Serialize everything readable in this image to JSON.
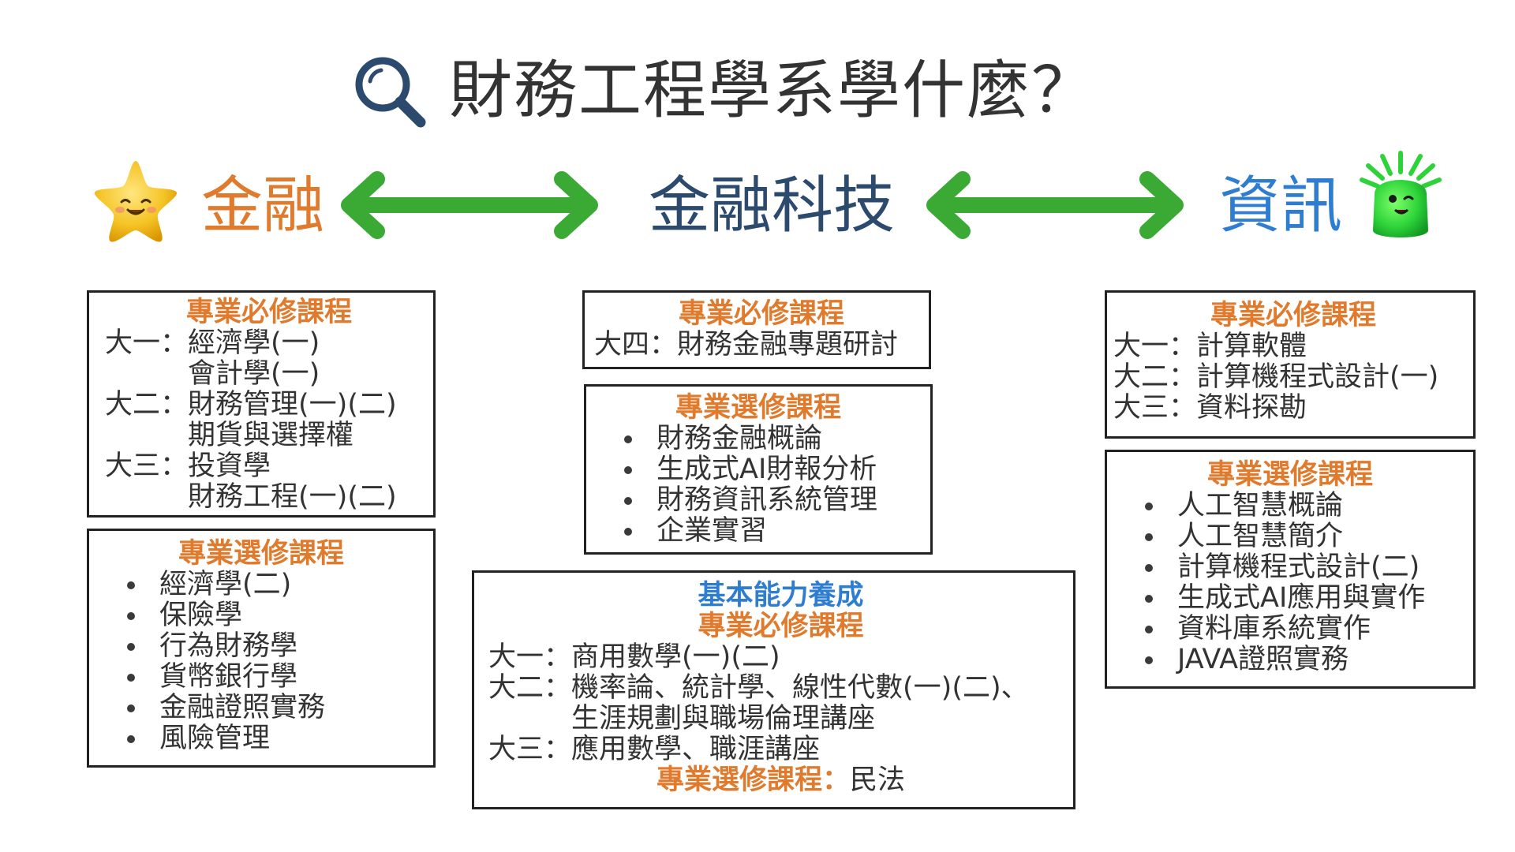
{
  "title": "財務工程學系學什麼？",
  "colors": {
    "orange": "#e07b2e",
    "navy": "#2c4a6e",
    "blue": "#2f7dd1",
    "green": "#3aaa35",
    "text": "#333333"
  },
  "icons": [
    "search-icon",
    "star-mascot-icon",
    "green-monster-mascot-icon",
    "double-arrow-icon"
  ],
  "topics": {
    "finance": "金融",
    "fintech": "金融科技",
    "it": "資訊"
  },
  "finance": {
    "required": {
      "heading": "專業必修課程",
      "rows": [
        {
          "label": "大一：",
          "items": [
            "經濟學(一)",
            "會計學(一)"
          ]
        },
        {
          "label": "大二：",
          "items": [
            "財務管理(一)(二)",
            "期貨與選擇權"
          ]
        },
        {
          "label": "大三：",
          "items": [
            "投資學",
            "財務工程(一)(二)"
          ]
        }
      ]
    },
    "elective": {
      "heading": "專業選修課程",
      "items": [
        "經濟學(二)",
        "保險學",
        "行為財務學",
        "貨幣銀行學",
        "金融證照實務",
        "風險管理"
      ]
    }
  },
  "fintech": {
    "required": {
      "heading": "專業必修課程",
      "rows": [
        {
          "label": "大四：",
          "items": [
            "財務金融專題研討"
          ]
        }
      ]
    },
    "elective": {
      "heading": "專業選修課程",
      "items": [
        "財務金融概論",
        "生成式AI財報分析",
        "財務資訊系統管理",
        "企業實習"
      ]
    },
    "basic": {
      "heading": "基本能力養成",
      "subheading": "專業必修課程",
      "rows": [
        {
          "label": "大一：",
          "items": [
            "商用數學(一)(二)"
          ]
        },
        {
          "label": "大二：",
          "items": [
            "機率論、統計學、線性代數(一)(二)、",
            "生涯規劃與職場倫理講座"
          ]
        },
        {
          "label": "大三：",
          "items": [
            "應用數學、職涯講座"
          ]
        }
      ],
      "elective_label": "專業選修課程：",
      "elective_value": "民法"
    }
  },
  "it": {
    "required": {
      "heading": "專業必修課程",
      "rows": [
        {
          "label": "大一：",
          "items": [
            "計算軟體"
          ]
        },
        {
          "label": "大二：",
          "items": [
            "計算機程式設計(一)"
          ]
        },
        {
          "label": "大三：",
          "items": [
            "資料探勘"
          ]
        }
      ]
    },
    "elective": {
      "heading": "專業選修課程",
      "items": [
        "人工智慧概論",
        "人工智慧簡介",
        "計算機程式設計(二)",
        "生成式AI應用與實作",
        "資料庫系統實作",
        "JAVA證照實務"
      ]
    }
  }
}
